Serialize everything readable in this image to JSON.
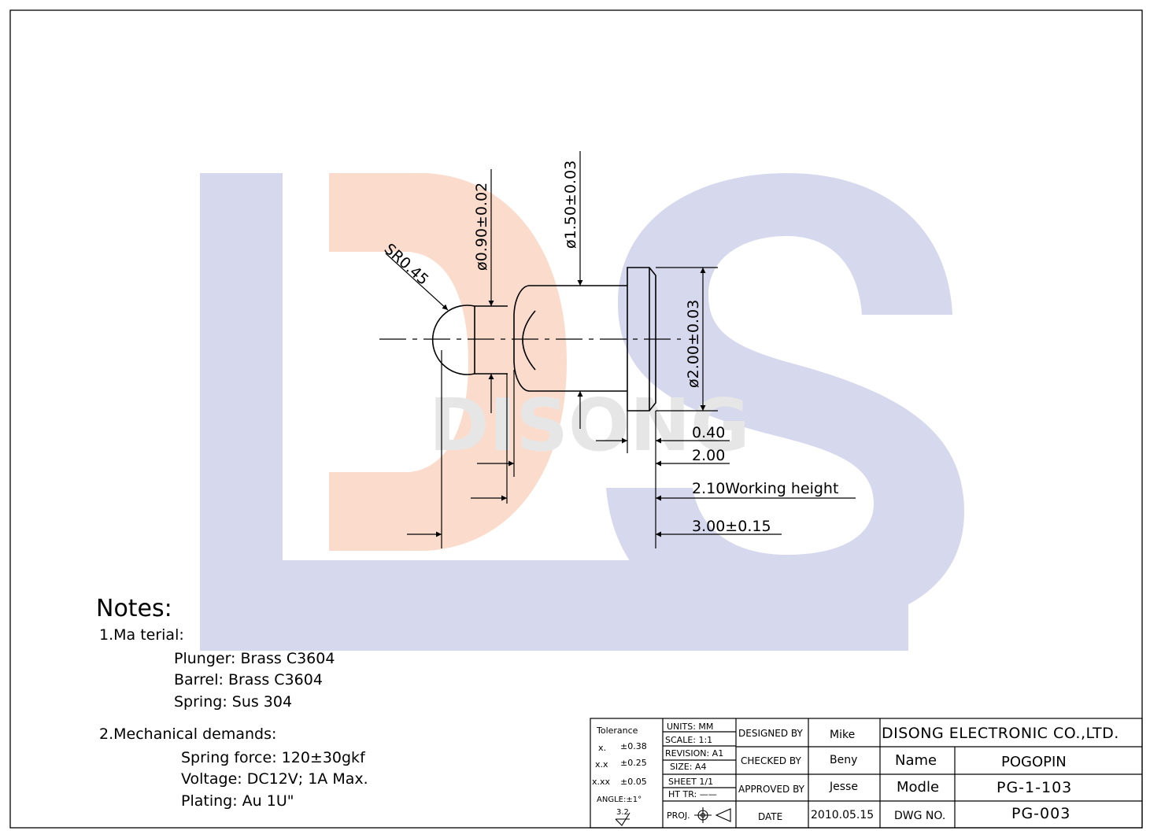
{
  "watermark": {
    "letters": "DS",
    "word": "DISONG",
    "colors": {
      "d_stroke": "#d6d8ee",
      "d_fill": "#fbdccc",
      "s": "#d6d8ee",
      "word": "#e6e6e6"
    }
  },
  "dimensions": {
    "sphere_radius": "SR0.45",
    "tip_diameter": "ø0.90±0.02",
    "body_diameter": "ø1.50±0.03",
    "head_diameter": "ø2.00±0.03",
    "head_thickness": "0.40",
    "body_length": "2.00",
    "working_height": "2.10Working height",
    "total_length": "3.00±0.15"
  },
  "notes": {
    "heading": "Notes:",
    "material_heading": "1.Ma terial:",
    "material_lines": [
      "Plunger: Brass C3604",
      "Barrel:  Brass C3604",
      "Spring:  Sus 304"
    ],
    "mechanical_heading": "2.Mechanical demands:",
    "mechanical_lines": [
      "Spring force: 120±30gkf",
      "Voltage: DC12V;  1A Max.",
      "Plating:  Au 1U\""
    ]
  },
  "title_block": {
    "tolerance": {
      "heading": "Tolerance",
      "rows": [
        [
          "x.",
          "±0.38"
        ],
        [
          "x.x",
          "±0.25"
        ],
        [
          "x.xx",
          "±0.05"
        ]
      ],
      "angle": "ANGLE:±1°",
      "roughness": "3.2"
    },
    "info": {
      "units": "UNITS:   MM",
      "scale": "SCALE:   1:1",
      "revision": "REVISION:  A1",
      "size": "SIZE:    A4",
      "sheet": "SHEET   1/1",
      "ht_tr": "HT TR: ——",
      "proj": "PROJ."
    },
    "roles": [
      {
        "label": "DESIGNED BY",
        "name": "Mike"
      },
      {
        "label": "CHECKED BY",
        "name": "Beny"
      },
      {
        "label": "APPROVED BY",
        "name": "Jesse"
      },
      {
        "label": "DATE",
        "name": "2010.05.15"
      }
    ],
    "company": "DISONG ELECTRONIC CO.,LTD.",
    "name_label": "Name",
    "name_value": "POGOPIN",
    "model_label": "Modle",
    "model_value": "PG-1-103",
    "dwg_label": "DWG NO.",
    "dwg_value": "PG-003"
  }
}
